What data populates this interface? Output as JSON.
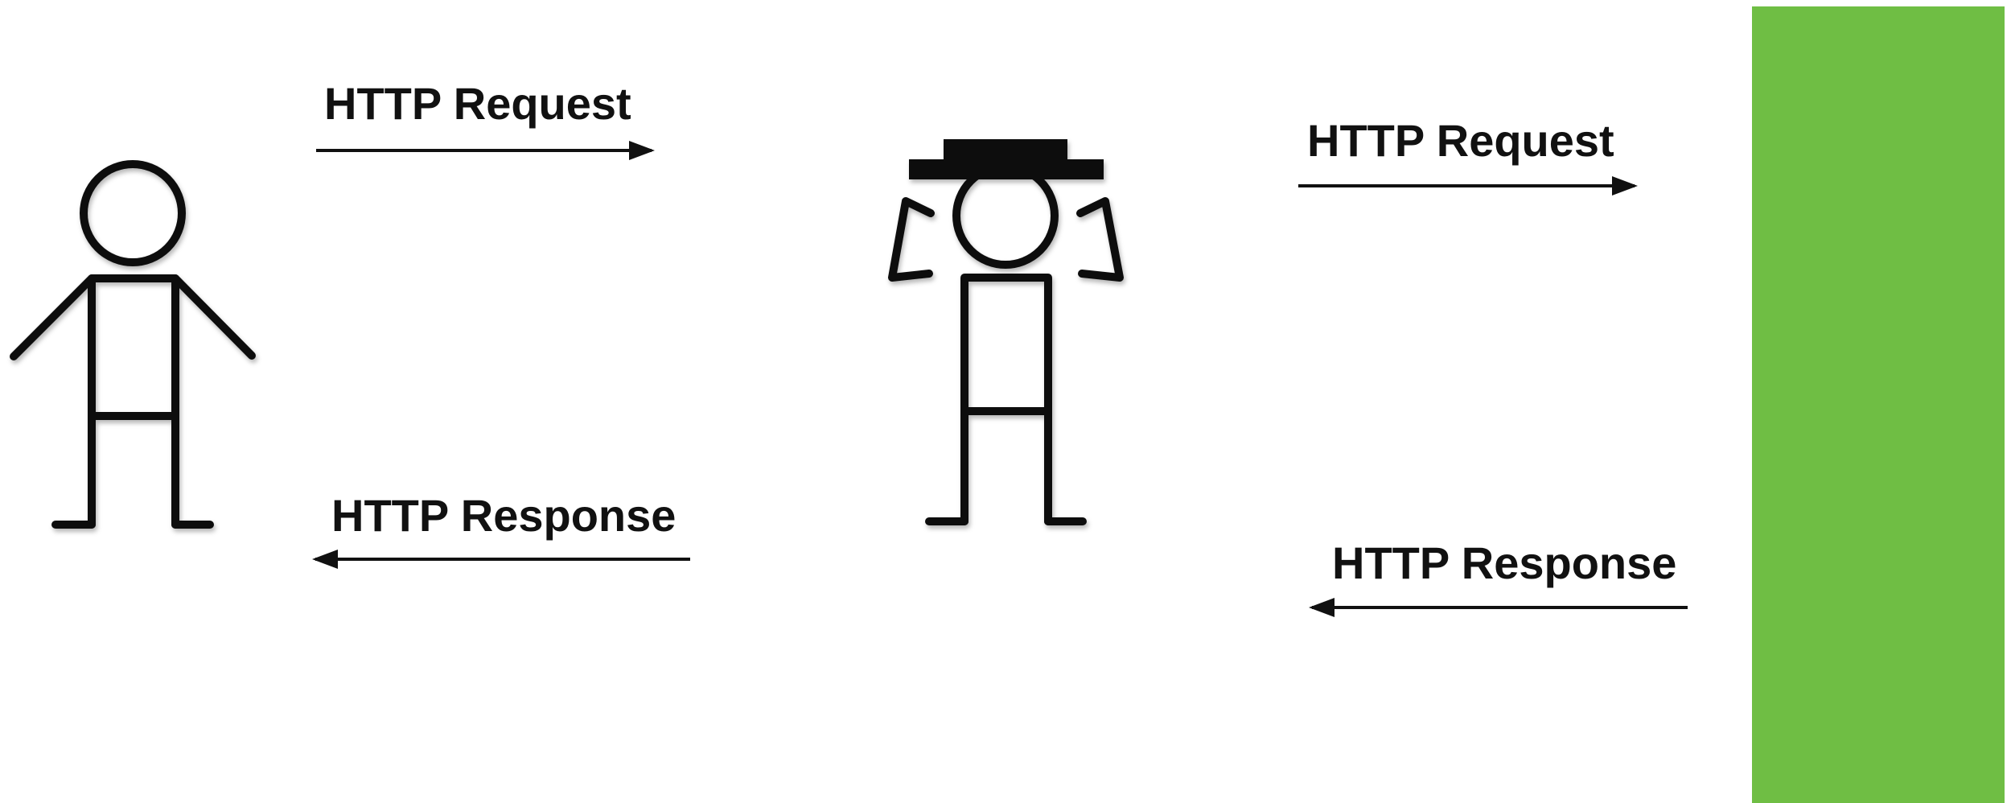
{
  "diagram": {
    "client_to_proxy_request_label": "HTTP Request",
    "proxy_to_client_response_label": "HTTP Response",
    "proxy_to_server_request_label": "HTTP Request",
    "server_to_proxy_response_label": "HTTP Response"
  },
  "colors": {
    "background": "#ffffff",
    "stroke": "#111111",
    "server_block": "#6fbe44"
  },
  "icons": {
    "client": "stick-figure-icon",
    "proxy": "stick-figure-with-hat-icon",
    "server": "green-server-block"
  }
}
